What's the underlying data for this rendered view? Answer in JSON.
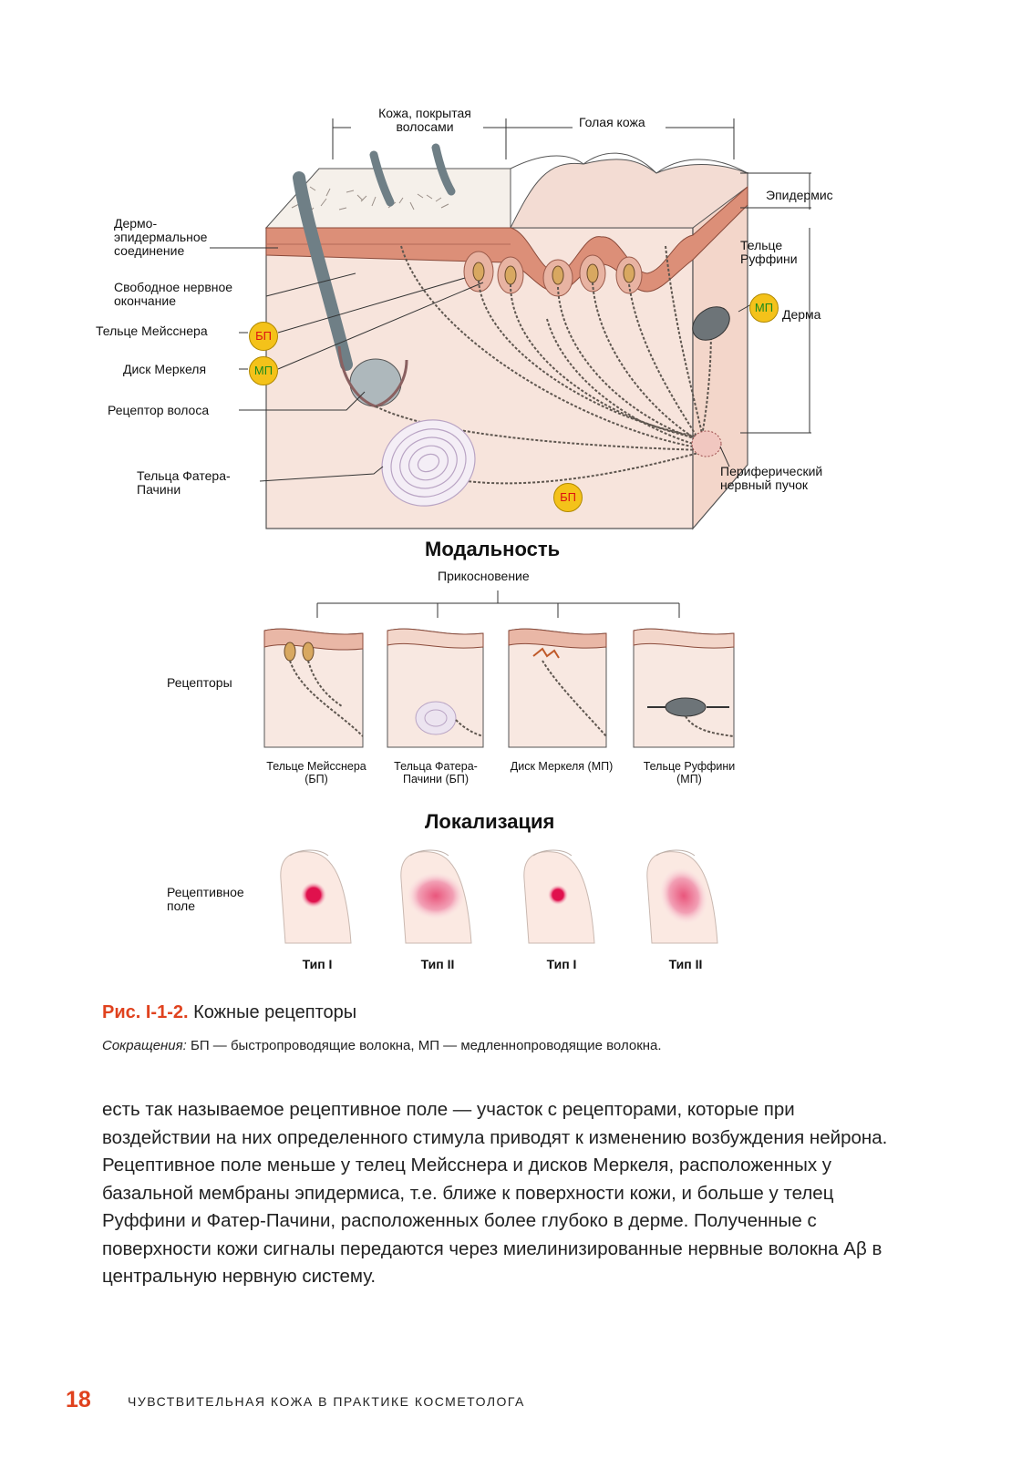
{
  "diagram": {
    "top_labels": {
      "hairy_skin": "Кожа, покрытая волосами",
      "glabrous_skin": "Голая кожа"
    },
    "right_labels": {
      "epidermis": "Эпидермис",
      "ruffini": "Тельце Руффини",
      "dermis": "Дерма",
      "nerve_bundle": "Периферический нервный пучок"
    },
    "left_labels": {
      "junction": "Дермо-эпидермальное соединение",
      "free_ending": "Свободное нервное окончание",
      "meissner": "Тельце Мейсснера",
      "merkel": "Диск Меркеля",
      "hair_receptor": "Рецептор волоса",
      "pacini": "Тельца Фатера-Пачини"
    },
    "badges": {
      "bp": "БП",
      "mp": "МП"
    }
  },
  "modality": {
    "title": "Модальность",
    "touch": "Прикосновение",
    "receptors_label": "Рецепторы",
    "captions": [
      "Тельце Мейсснера (БП)",
      "Тельца Фатера-Пачини (БП)",
      "Диск Меркеля (МП)",
      "Тельце Руффини (МП)"
    ]
  },
  "localization": {
    "title": "Локализация",
    "field_label": "Рецептивное поле",
    "types": [
      "Тип I",
      "Тип II",
      "Тип I",
      "Тип II"
    ]
  },
  "caption": {
    "figure": "Рис. I-1-2.",
    "title": "Кожные рецепторы",
    "abbr_label": "Сокращения:",
    "abbr_text": "БП — быстропроводящие волокна, МП — медленнопроводящие волокна."
  },
  "body_text": "есть так называемое рецептивное поле — участок с рецепторами, которые при воздействии на них определенного стимула приводят к изменению возбуждения нейрона. Рецептивное поле меньше у телец Мейсснера и дисков Меркеля, расположенных у базальной мембраны эпидермиса, т.е. ближе к поверхности кожи, и больше у телец Руффини и Фатер-Пачини, расположенных более глубоко в дерме. Полученные с поверхности кожи сигналы передаются через миелинизированные нервные волокна Aβ в центральную нервную систему.",
  "footer": {
    "page": "18",
    "title": "ЧУВСТВИТЕЛЬНАЯ КОЖА В ПРАКТИКЕ КОСМЕТОЛОГА"
  },
  "colors": {
    "accent": "#e0421e",
    "badge": "#f4c21a",
    "skin": "#f2d9cf",
    "epidermis": "#d9826a",
    "nerve": "#7a6f66",
    "field": "#e0114d"
  }
}
